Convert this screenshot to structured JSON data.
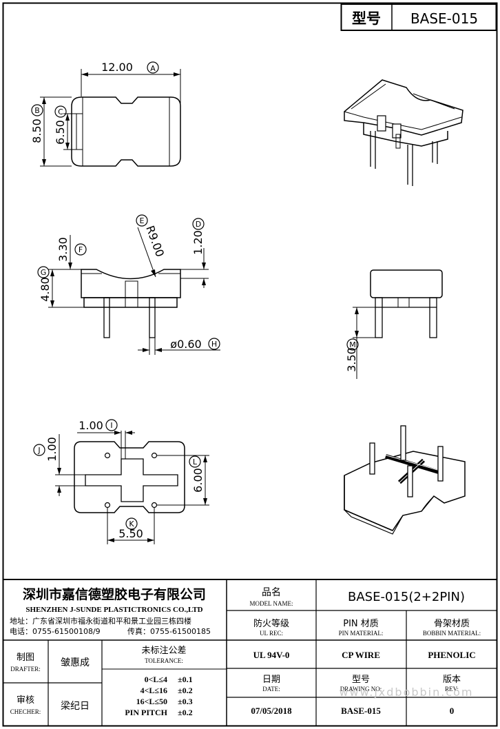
{
  "header": {
    "model_label": "型号",
    "model_value": "BASE-015"
  },
  "dims": {
    "a": {
      "value": "12.00",
      "tag": "A"
    },
    "b": {
      "value": "8.50",
      "tag": "B"
    },
    "c": {
      "value": "6.50",
      "tag": "C"
    },
    "d": {
      "value": "1.20",
      "tag": "D"
    },
    "e": {
      "value": "R9.00",
      "tag": "E"
    },
    "f": {
      "value": "3.30",
      "tag": "F"
    },
    "g": {
      "value": "4.80",
      "tag": "G"
    },
    "h": {
      "value": "ø0.60",
      "tag": "H"
    },
    "i": {
      "value": "1.00",
      "tag": "I"
    },
    "j": {
      "value": "1.00",
      "tag": "J"
    },
    "k": {
      "value": "5.50",
      "tag": "K"
    },
    "l": {
      "value": "6.00",
      "tag": "L"
    },
    "m": {
      "value": "3.50",
      "tag": "M"
    }
  },
  "title_block": {
    "company_cn": "深圳市嘉信德塑胶电子有限公司",
    "company_en": "SHENZHEN J-SUNDE PLASTICTRONICS CO.,LTD",
    "address": "地址：广东省深圳市福永街道和平和景工业园三栋四楼",
    "phone": "电话：0755-61500108/9",
    "fax": "传真：0755-61500185",
    "model_name_cn": "品名",
    "model_name_en": "MODEL NAME:",
    "model_name_value": "BASE-015(2+2PIN)",
    "ul_cn": "防火等级",
    "ul_en": "UL REC:",
    "ul_value": "UL 94V-0",
    "pin_cn": "PIN 材质",
    "pin_en": "PIN MATERIAL:",
    "pin_value": "CP WIRE",
    "bobbin_cn": "骨架材质",
    "bobbin_en": "BOBBIN MATERIAL:",
    "bobbin_value": "PHENOLIC",
    "drafter_cn": "制图",
    "drafter_en": "DRAFTER:",
    "drafter_name": "皱惠成",
    "checker_cn": "审核",
    "checker_en": "CHECHER:",
    "checker_name": "梁纪日",
    "tolerance_cn": "未标注公差",
    "tolerance_en": "TOLERANCE:",
    "tolerance_rows": [
      {
        "range": "0<L≤4",
        "value": "±0.1"
      },
      {
        "range": "4<L≤16",
        "value": "±0.2"
      },
      {
        "range": "16<L≤50",
        "value": "±0.3"
      },
      {
        "range": "PIN PITCH",
        "value": "±0.2"
      }
    ],
    "date_cn": "日期",
    "date_en": "DATE:",
    "date_value": "07/05/2018",
    "drawing_no_cn": "型号",
    "drawing_no_en": "DRAWING NO:",
    "drawing_no_value": "BASE-015",
    "rev_cn": "版本",
    "rev_en": "REV:",
    "rev_value": "0"
  },
  "watermark": "www.jxdbobbin.com"
}
